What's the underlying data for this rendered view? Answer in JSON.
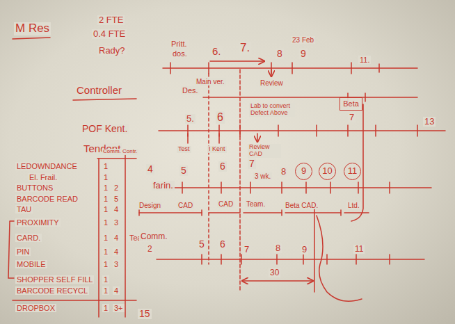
{
  "diagram": {
    "nodes": [
      {
        "text": [
          "Beta"
        ]
      },
      {
        "text": [
          "9"
        ]
      },
      {
        "text": [
          "10"
        ]
      },
      {
        "text": [
          "11"
        ]
      }
    ],
    "labels": [
      "M Res",
      "2 FTE",
      "0.4 FTE",
      "Rady?",
      "Pritt.",
      "dos.",
      "6.",
      "7.",
      "8",
      "23 Feb",
      "9",
      "11.",
      "Main ver.",
      "Review",
      "Controller",
      "Des.",
      "Lab to convert Defect Above",
      "7",
      "POF Kent.",
      "5.",
      "6",
      "13",
      "Test",
      "I Kent",
      "Review CAD",
      "Tendent",
      "Comm. Contr.",
      "LEDOWNDANCE",
      "El. Frail.",
      "BUTTONS",
      "BARCODE READ",
      "TAU",
      "PROXIMITY",
      "CARD.",
      "PIN",
      "MOBILE",
      "SHOPPER SELF FILL",
      "BARCODE RECYCL",
      "DROPBOX",
      "1",
      "1",
      "1",
      "1",
      "1",
      "1",
      "1",
      "1",
      "1",
      "1",
      "1",
      "1",
      "2",
      "5",
      "4",
      "3",
      "4",
      "4",
      "3",
      "4",
      "3+",
      "Team.",
      "15",
      "4",
      "5",
      "6",
      "7",
      "3 wk.",
      "8",
      "farin.",
      "Design",
      "CAD",
      "CAD",
      "Team.",
      "Beta CAD.",
      "Ltd.",
      "Comm.",
      "2",
      "5",
      "6",
      "7",
      "8",
      "9",
      "11",
      "30"
    ]
  }
}
